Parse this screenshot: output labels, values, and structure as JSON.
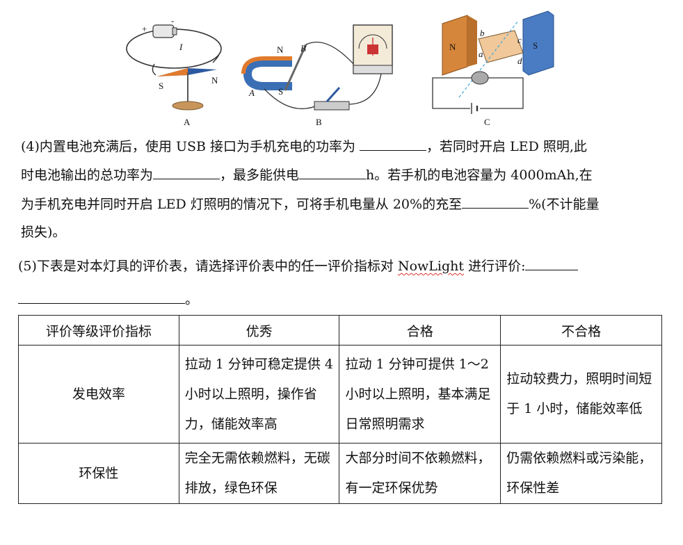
{
  "figures": {
    "labels": {
      "a": "A",
      "b": "B",
      "c": "C",
      "a_plus": "+",
      "a_minus": "-",
      "a_current": "I",
      "a_s": "S",
      "a_n": "N",
      "b_n": "N",
      "b_s": "S",
      "b_a": "A",
      "b_b": "B",
      "c_n": "N",
      "c_s": "S",
      "c_a": "a",
      "c_b": "b",
      "c_c": "c",
      "c_d": "d"
    }
  },
  "q4": {
    "line1_a": "(4)内置电池充满后，使用 USB 接口为手机充电的功率为",
    "line1_b": "，若同时开启 LED 照明,此",
    "line2_a": "时电池输出的总功率为",
    "line2_b": "，最多能供电",
    "line2_c": "h。若手机的电池容量为 4000mAh,在",
    "line3_a": "为手机充电并同时开启 LED 灯照明的情况下，可将手机电量从 20%的充至",
    "line3_b": "%(不计能量",
    "line4": "损失)。"
  },
  "q5": {
    "line1_a": "(5)下表是对本灯具的评价表，请选择评价表中的任一评价指标对",
    "line1_brand": "NowLight",
    "line1_b": "进行评价:",
    "line2_end": "。"
  },
  "table": {
    "headers": [
      "评价等级评价指标",
      "优秀",
      "合格",
      "不合格"
    ],
    "rows": [
      [
        "发电效率",
        "拉动 1 分钟可稳定提供 4 小时以上照明，操作省力，储能效率高",
        "拉动 1 分钟可提供 1～2 小时以上照明，基本满足日常照明需求",
        "拉动较费力，照明时间短于 1 小时，储能效率低"
      ],
      [
        "环保性",
        "完全无需依赖燃料，无碳排放，绿色环保",
        "大部分时间不依赖燃料，有一定环保优势",
        "仍需依赖燃料或污染能，环保性差"
      ]
    ]
  }
}
